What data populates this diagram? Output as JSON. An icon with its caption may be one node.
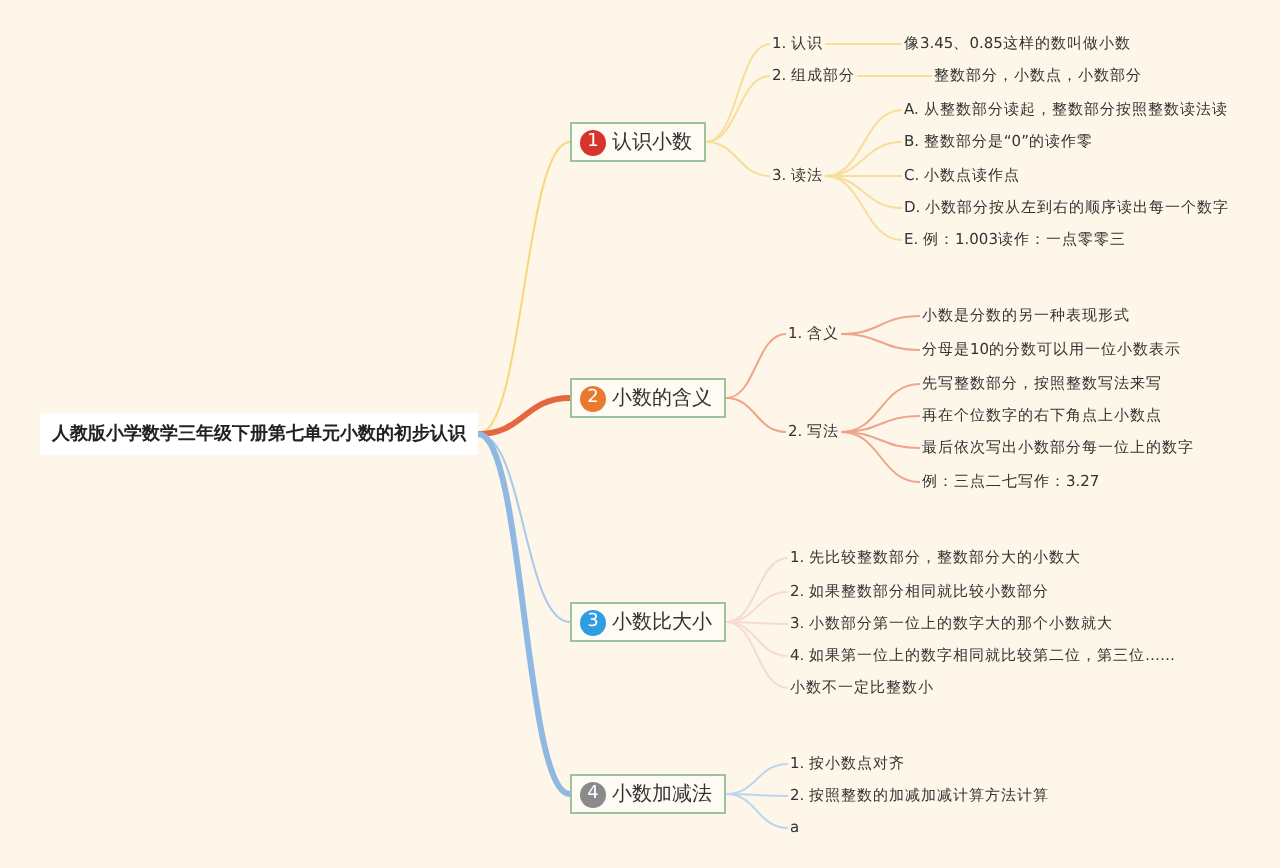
{
  "diagram": {
    "nodes": [
      {
        "text": [
          "人教版小学数学三年级下册第七单元小数的初步认识"
        ]
      },
      {
        "text": [
          "1",
          "认识小数"
        ]
      },
      {
        "text": [
          "1. 认识"
        ]
      },
      {
        "text": [
          "像3.45、0.85这样的数叫做小数"
        ]
      },
      {
        "text": [
          "2. 组成部分"
        ]
      },
      {
        "text": [
          "整数部分，小数点，小数部分"
        ]
      },
      {
        "text": [
          "3. 读法"
        ]
      },
      {
        "text": [
          "A. 从整数部分读起，整数部分按照整数读法读"
        ]
      },
      {
        "text": [
          "B. 整数部分是“0”的读作零"
        ]
      },
      {
        "text": [
          "C. 小数点读作点"
        ]
      },
      {
        "text": [
          "D. 小数部分按从左到右的顺序读出每一个数字"
        ]
      },
      {
        "text": [
          "E. 例：1.003读作：一点零零三"
        ]
      },
      {
        "text": [
          "2",
          "小数的含义"
        ]
      },
      {
        "text": [
          "1. 含义"
        ]
      },
      {
        "text": [
          "小数是分数的另一种表现形式"
        ]
      },
      {
        "text": [
          "分母是10的分数可以用一位小数表示"
        ]
      },
      {
        "text": [
          "2. 写法"
        ]
      },
      {
        "text": [
          "先写整数部分，按照整数写法来写"
        ]
      },
      {
        "text": [
          "再在个位数字的右下角点上小数点"
        ]
      },
      {
        "text": [
          "最后依次写出小数部分每一位上的数字"
        ]
      },
      {
        "text": [
          "例：三点二七写作：3.27"
        ]
      },
      {
        "text": [
          "3",
          "小数比大小"
        ]
      },
      {
        "text": [
          "1. 先比较整数部分，整数部分大的小数大"
        ]
      },
      {
        "text": [
          "2. 如果整数部分相同就比较小数部分"
        ]
      },
      {
        "text": [
          "3. 小数部分第一位上的数字大的那个小数就大"
        ]
      },
      {
        "text": [
          "4. 如果第一位上的数字相同就比较第二位，第三位……"
        ]
      },
      {
        "text": [
          "小数不一定比整数小"
        ]
      },
      {
        "text": [
          "4",
          "小数加减法"
        ]
      },
      {
        "text": [
          "1. 按小数点对齐"
        ]
      },
      {
        "text": [
          "2. 按照整数的加减加减计算方法计算"
        ]
      },
      {
        "text": [
          "a"
        ]
      }
    ],
    "edges": [
      {
        "from": 0,
        "to": 1,
        "arrow": "none",
        "color": "#f7d77a"
      },
      {
        "from": 1,
        "to": 2,
        "arrow": "none",
        "color": "#f7df9a"
      },
      {
        "from": 2,
        "to": 3,
        "arrow": "none",
        "color": "#f7df9a"
      },
      {
        "from": 1,
        "to": 4,
        "arrow": "none",
        "color": "#f7df9a"
      },
      {
        "from": 4,
        "to": 5,
        "arrow": "none",
        "color": "#f7df9a"
      },
      {
        "from": 1,
        "to": 6,
        "arrow": "none",
        "color": "#f7df9a"
      },
      {
        "from": 6,
        "to": 7,
        "arrow": "none",
        "color": "#f7df9a"
      },
      {
        "from": 6,
        "to": 8,
        "arrow": "none",
        "color": "#f7df9a"
      },
      {
        "from": 6,
        "to": 9,
        "arrow": "none",
        "color": "#f7df9a"
      },
      {
        "from": 6,
        "to": 10,
        "arrow": "none",
        "color": "#f7df9a"
      },
      {
        "from": 6,
        "to": 11,
        "arrow": "none",
        "color": "#f7df9a"
      },
      {
        "from": 0,
        "to": 12,
        "arrow": "none",
        "style": "thick",
        "color": "#e5673f"
      },
      {
        "from": 12,
        "to": 13,
        "arrow": "none",
        "color": "#eea58a"
      },
      {
        "from": 13,
        "to": 14,
        "arrow": "none",
        "color": "#eea58a"
      },
      {
        "from": 13,
        "to": 15,
        "arrow": "none",
        "color": "#eea58a"
      },
      {
        "from": 12,
        "to": 16,
        "arrow": "none",
        "color": "#eea58a"
      },
      {
        "from": 16,
        "to": 17,
        "arrow": "none",
        "color": "#eea58a"
      },
      {
        "from": 16,
        "to": 18,
        "arrow": "none",
        "color": "#eea58a"
      },
      {
        "from": 16,
        "to": 19,
        "arrow": "none",
        "color": "#eea58a"
      },
      {
        "from": 16,
        "to": 20,
        "arrow": "none",
        "color": "#eea58a"
      },
      {
        "from": 0,
        "to": 21,
        "arrow": "none",
        "color": "#a9c8ea"
      },
      {
        "from": 21,
        "to": 22,
        "arrow": "none",
        "color": "#f6dcd0"
      },
      {
        "from": 21,
        "to": 23,
        "arrow": "none",
        "color": "#f6dcd0"
      },
      {
        "from": 21,
        "to": 24,
        "arrow": "none",
        "color": "#f6dcd0"
      },
      {
        "from": 21,
        "to": 25,
        "arrow": "none",
        "color": "#f6dcd0"
      },
      {
        "from": 21,
        "to": 26,
        "arrow": "none",
        "color": "#f6dcd0"
      },
      {
        "from": 0,
        "to": 27,
        "arrow": "none",
        "style": "thick",
        "color": "#8fb8e3"
      },
      {
        "from": 27,
        "to": 28,
        "arrow": "none",
        "color": "#bcd6ee"
      },
      {
        "from": 27,
        "to": 29,
        "arrow": "none",
        "color": "#bcd6ee"
      },
      {
        "from": 27,
        "to": 30,
        "arrow": "none",
        "color": "#bcd6ee"
      }
    ]
  }
}
